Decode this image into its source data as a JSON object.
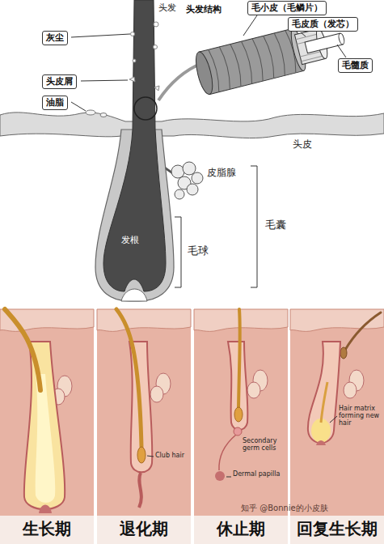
{
  "diagram": {
    "nodes": [
      {
        "text": [
          "灰尘"
        ]
      },
      {
        "text": [
          "头皮屑"
        ]
      },
      {
        "text": [
          "油脂"
        ]
      },
      {
        "text": [
          "毛小皮（毛鳞片）"
        ]
      },
      {
        "text": [
          "毛皮质（发芯）"
        ]
      },
      {
        "text": [
          "毛髓质"
        ]
      },
      {
        "text": [
          "生长期"
        ]
      },
      {
        "text": [
          "Club hair",
          "退化期"
        ]
      },
      {
        "text": [
          "Secondary germ cells",
          "Dermal papilla",
          "休止期"
        ]
      },
      {
        "text": [
          "Hair matrix forming new hair",
          "回复生长期"
        ]
      }
    ],
    "labels": [
      "头发",
      "头发结构",
      "头皮",
      "皮脂腺",
      "毛囊",
      "毛球",
      "发根",
      "知乎 @Bonnie的小皮肤"
    ]
  }
}
